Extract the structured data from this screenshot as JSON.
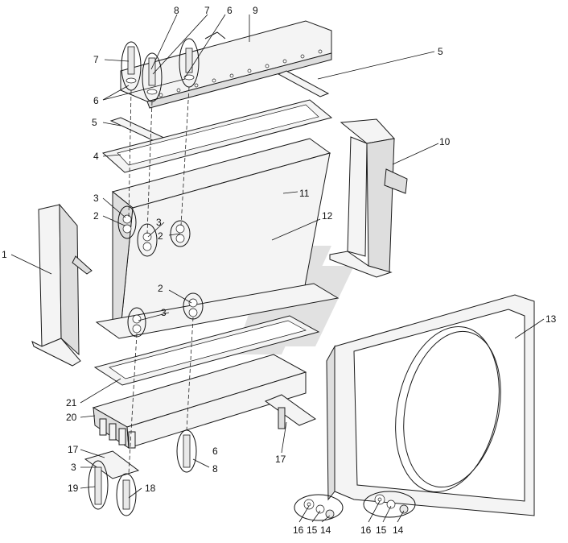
{
  "drawing": {
    "callouts": [
      {
        "id": "c-1",
        "text": "1"
      },
      {
        "id": "c-2a",
        "text": "2"
      },
      {
        "id": "c-2b",
        "text": "2"
      },
      {
        "id": "c-2c",
        "text": "2"
      },
      {
        "id": "c-3a",
        "text": "3"
      },
      {
        "id": "c-3b",
        "text": "3"
      },
      {
        "id": "c-3c",
        "text": "3"
      },
      {
        "id": "c-3d",
        "text": "3"
      },
      {
        "id": "c-4",
        "text": "4"
      },
      {
        "id": "c-5a",
        "text": "5"
      },
      {
        "id": "c-5b",
        "text": "5"
      },
      {
        "id": "c-6a",
        "text": "6"
      },
      {
        "id": "c-6b",
        "text": "6"
      },
      {
        "id": "c-6c",
        "text": "6"
      },
      {
        "id": "c-7a",
        "text": "7"
      },
      {
        "id": "c-7b",
        "text": "7"
      },
      {
        "id": "c-8a",
        "text": "8"
      },
      {
        "id": "c-8b",
        "text": "8"
      },
      {
        "id": "c-9",
        "text": "9"
      },
      {
        "id": "c-10",
        "text": "10"
      },
      {
        "id": "c-11",
        "text": "11"
      },
      {
        "id": "c-12",
        "text": "12"
      },
      {
        "id": "c-13",
        "text": "13"
      },
      {
        "id": "c-14a",
        "text": "14"
      },
      {
        "id": "c-14b",
        "text": "14"
      },
      {
        "id": "c-15a",
        "text": "15"
      },
      {
        "id": "c-15b",
        "text": "15"
      },
      {
        "id": "c-16a",
        "text": "16"
      },
      {
        "id": "c-16b",
        "text": "16"
      },
      {
        "id": "c-17a",
        "text": "17"
      },
      {
        "id": "c-17b",
        "text": "17"
      },
      {
        "id": "c-18",
        "text": "18"
      },
      {
        "id": "c-19",
        "text": "19"
      },
      {
        "id": "c-20",
        "text": "20"
      },
      {
        "id": "c-21",
        "text": "21"
      }
    ],
    "watermark_color": "#c9c9c9"
  }
}
